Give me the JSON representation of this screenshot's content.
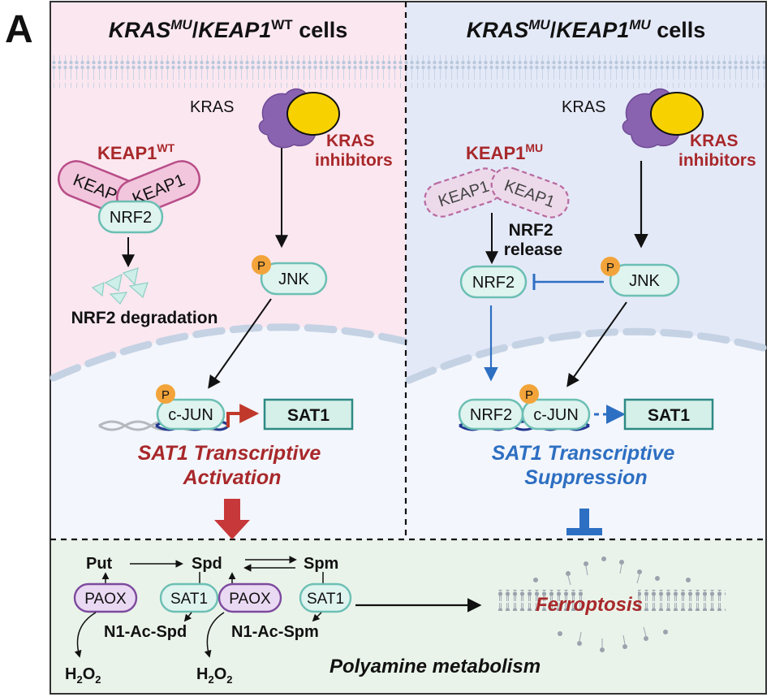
{
  "panel_label": "A",
  "left": {
    "title": {
      "gene1": "KRAS",
      "sup1": "MU",
      "sep": "/",
      "gene2": "KEAP1",
      "sup2": "WT",
      "suffix": " cells"
    },
    "kras": "KRAS",
    "kras_inhibitors": [
      "KRAS",
      "inhibitors"
    ],
    "keap1_label": {
      "base": "KEAP1",
      "sup": "WT"
    },
    "keap1_a": "KEAP1",
    "keap1_b": "KEAP1",
    "nrf2": "NRF2",
    "nrf2_degradation": "NRF2 degradation",
    "jnk": "JNK",
    "phospho": "P",
    "cjun": "c-JUN",
    "sat1": "SAT1",
    "caption": [
      "SAT1 Transcriptive",
      "Activation"
    ]
  },
  "right": {
    "title": {
      "gene1": "KRAS",
      "sup1": "MU",
      "sep": "/",
      "gene2": "KEAP1",
      "sup2": "MU",
      "suffix": " cells"
    },
    "kras": "KRAS",
    "kras_inhibitors": [
      "KRAS",
      "inhibitors"
    ],
    "keap1_label": {
      "base": "KEAP1",
      "sup": "MU"
    },
    "keap1_a": "KEAP1",
    "keap1_b": "KEAP1",
    "nrf2_release": [
      "NRF2",
      "release"
    ],
    "nrf2": "NRF2",
    "jnk": "JNK",
    "phospho": "P",
    "nrf2_bound": "NRF2",
    "cjun": "c-JUN",
    "sat1": "SAT1",
    "caption": [
      "SAT1 Transcriptive",
      "Suppression"
    ]
  },
  "metabolism": {
    "put": "Put",
    "spd": "Spd",
    "spm": "Spm",
    "paox_1": "PAOX",
    "sat1_1": "SAT1",
    "paox_2": "PAOX",
    "sat1_2": "SAT1",
    "n1_ac_spd": "N1-Ac-Spd",
    "n1_ac_spm": "N1-Ac-Spm",
    "h2o2_1": {
      "h": "H",
      "s1": "2",
      "o": "O",
      "s2": "2"
    },
    "h2o2_2": {
      "h": "H",
      "s1": "2",
      "o": "O",
      "s2": "2"
    },
    "ferroptosis": "Ferroptosis",
    "caption": "Polyamine metabolism"
  },
  "colors": {
    "left_bg": "#fbe7f0",
    "right_bg": "#e4e9f8",
    "nucleus_bg": "#f3f6fc",
    "bottom_bg": "#eaf3ea",
    "dark_red": "#a8282a",
    "blue": "#2d6fc2",
    "teal": "#6cbfb4",
    "pink": "#b84d88",
    "purple": "#7d4a9e",
    "kras_purple": "#8a63b0",
    "yellow": "#f7d200",
    "orange": "#f2a43a"
  }
}
